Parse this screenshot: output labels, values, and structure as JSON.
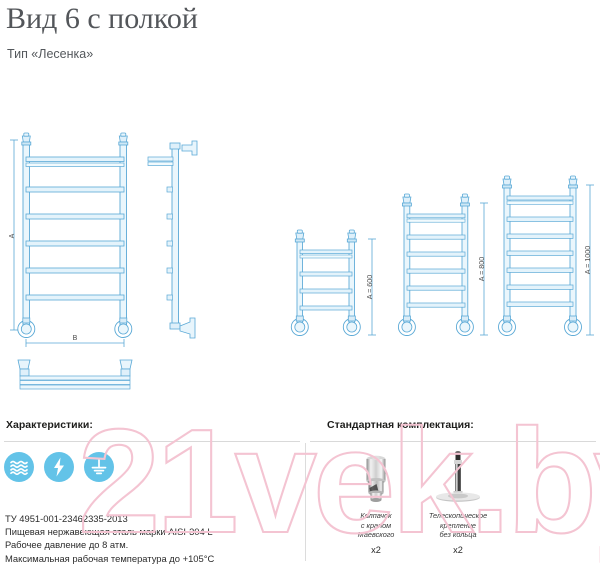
{
  "header": {
    "title": "Вид 6 с полкой",
    "subtitle": "Тип «Лесенка»"
  },
  "drawing": {
    "main_height_label": "A",
    "main_width_label": "B",
    "variants": [
      {
        "label": "A = 600",
        "rungs": 4
      },
      {
        "label": "A = 800",
        "rungs": 6
      },
      {
        "label": "A = 1000",
        "rungs": 7
      }
    ],
    "line_color": "#5aa9d6",
    "fill_color": "#d9ecf7"
  },
  "characteristics": {
    "heading": "Характеристики:",
    "icons": [
      {
        "name": "water-icon",
        "title": "water"
      },
      {
        "name": "lightning-icon",
        "title": "electric"
      },
      {
        "name": "ground-icon",
        "title": "grounding"
      }
    ],
    "icon_color": "#63c3e8",
    "lines": [
      "ТУ 4951-001-23462335-2013",
      "Пищевая нержавеющая сталь марки AISI-304 L",
      "Рабочее давление до 8 атм.",
      "Максимальная рабочая температура до +105°С"
    ]
  },
  "kit": {
    "heading": "Стандартная комплектация:",
    "items": [
      {
        "label": "Колпачок\nс краном\nМаевского",
        "qty": "x2",
        "icon": "valve-cap-icon"
      },
      {
        "label": "Телескопическое\nкрепление\nбез кольца",
        "qty": "x2",
        "icon": "telescopic-mount-icon"
      }
    ]
  },
  "watermark": {
    "text": "21vek.by",
    "color": "#f4c4d2"
  }
}
